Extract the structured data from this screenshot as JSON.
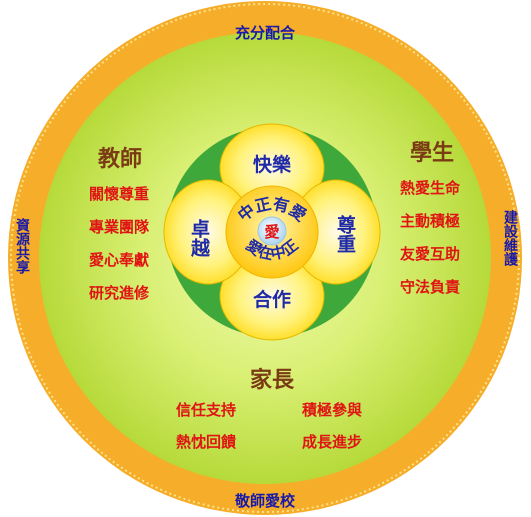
{
  "outer_ring": {
    "top": "充分配合",
    "bottom": "敬師愛校",
    "left": "資源共享",
    "right": "建設維護"
  },
  "teachers": {
    "title": "教師",
    "items": [
      "關懷尊重",
      "專業團隊",
      "愛心奉獻",
      "研究進修"
    ]
  },
  "students": {
    "title": "學生",
    "items": [
      "熱愛生命",
      "主動積極",
      "友愛互助",
      "守法負責"
    ]
  },
  "parents": {
    "title": "家長",
    "items_left": [
      "信任支持",
      "熱忱回饋"
    ],
    "items_right": [
      "積極參與",
      "成長進步"
    ]
  },
  "flower": {
    "petal_top": "快樂",
    "petal_bottom": "合作",
    "petal_left": "卓越",
    "petal_right": "尊重",
    "core_top": "中正有愛",
    "core_bottom": "愛在中正",
    "heart": "愛"
  },
  "colors": {
    "outer_ring": "#f7b733",
    "inner_disc": "#c8e64a",
    "green_ring": "#3aa33a",
    "petal": "#ffe600",
    "core": "#ffd200",
    "heart": "#cfe7f5"
  }
}
